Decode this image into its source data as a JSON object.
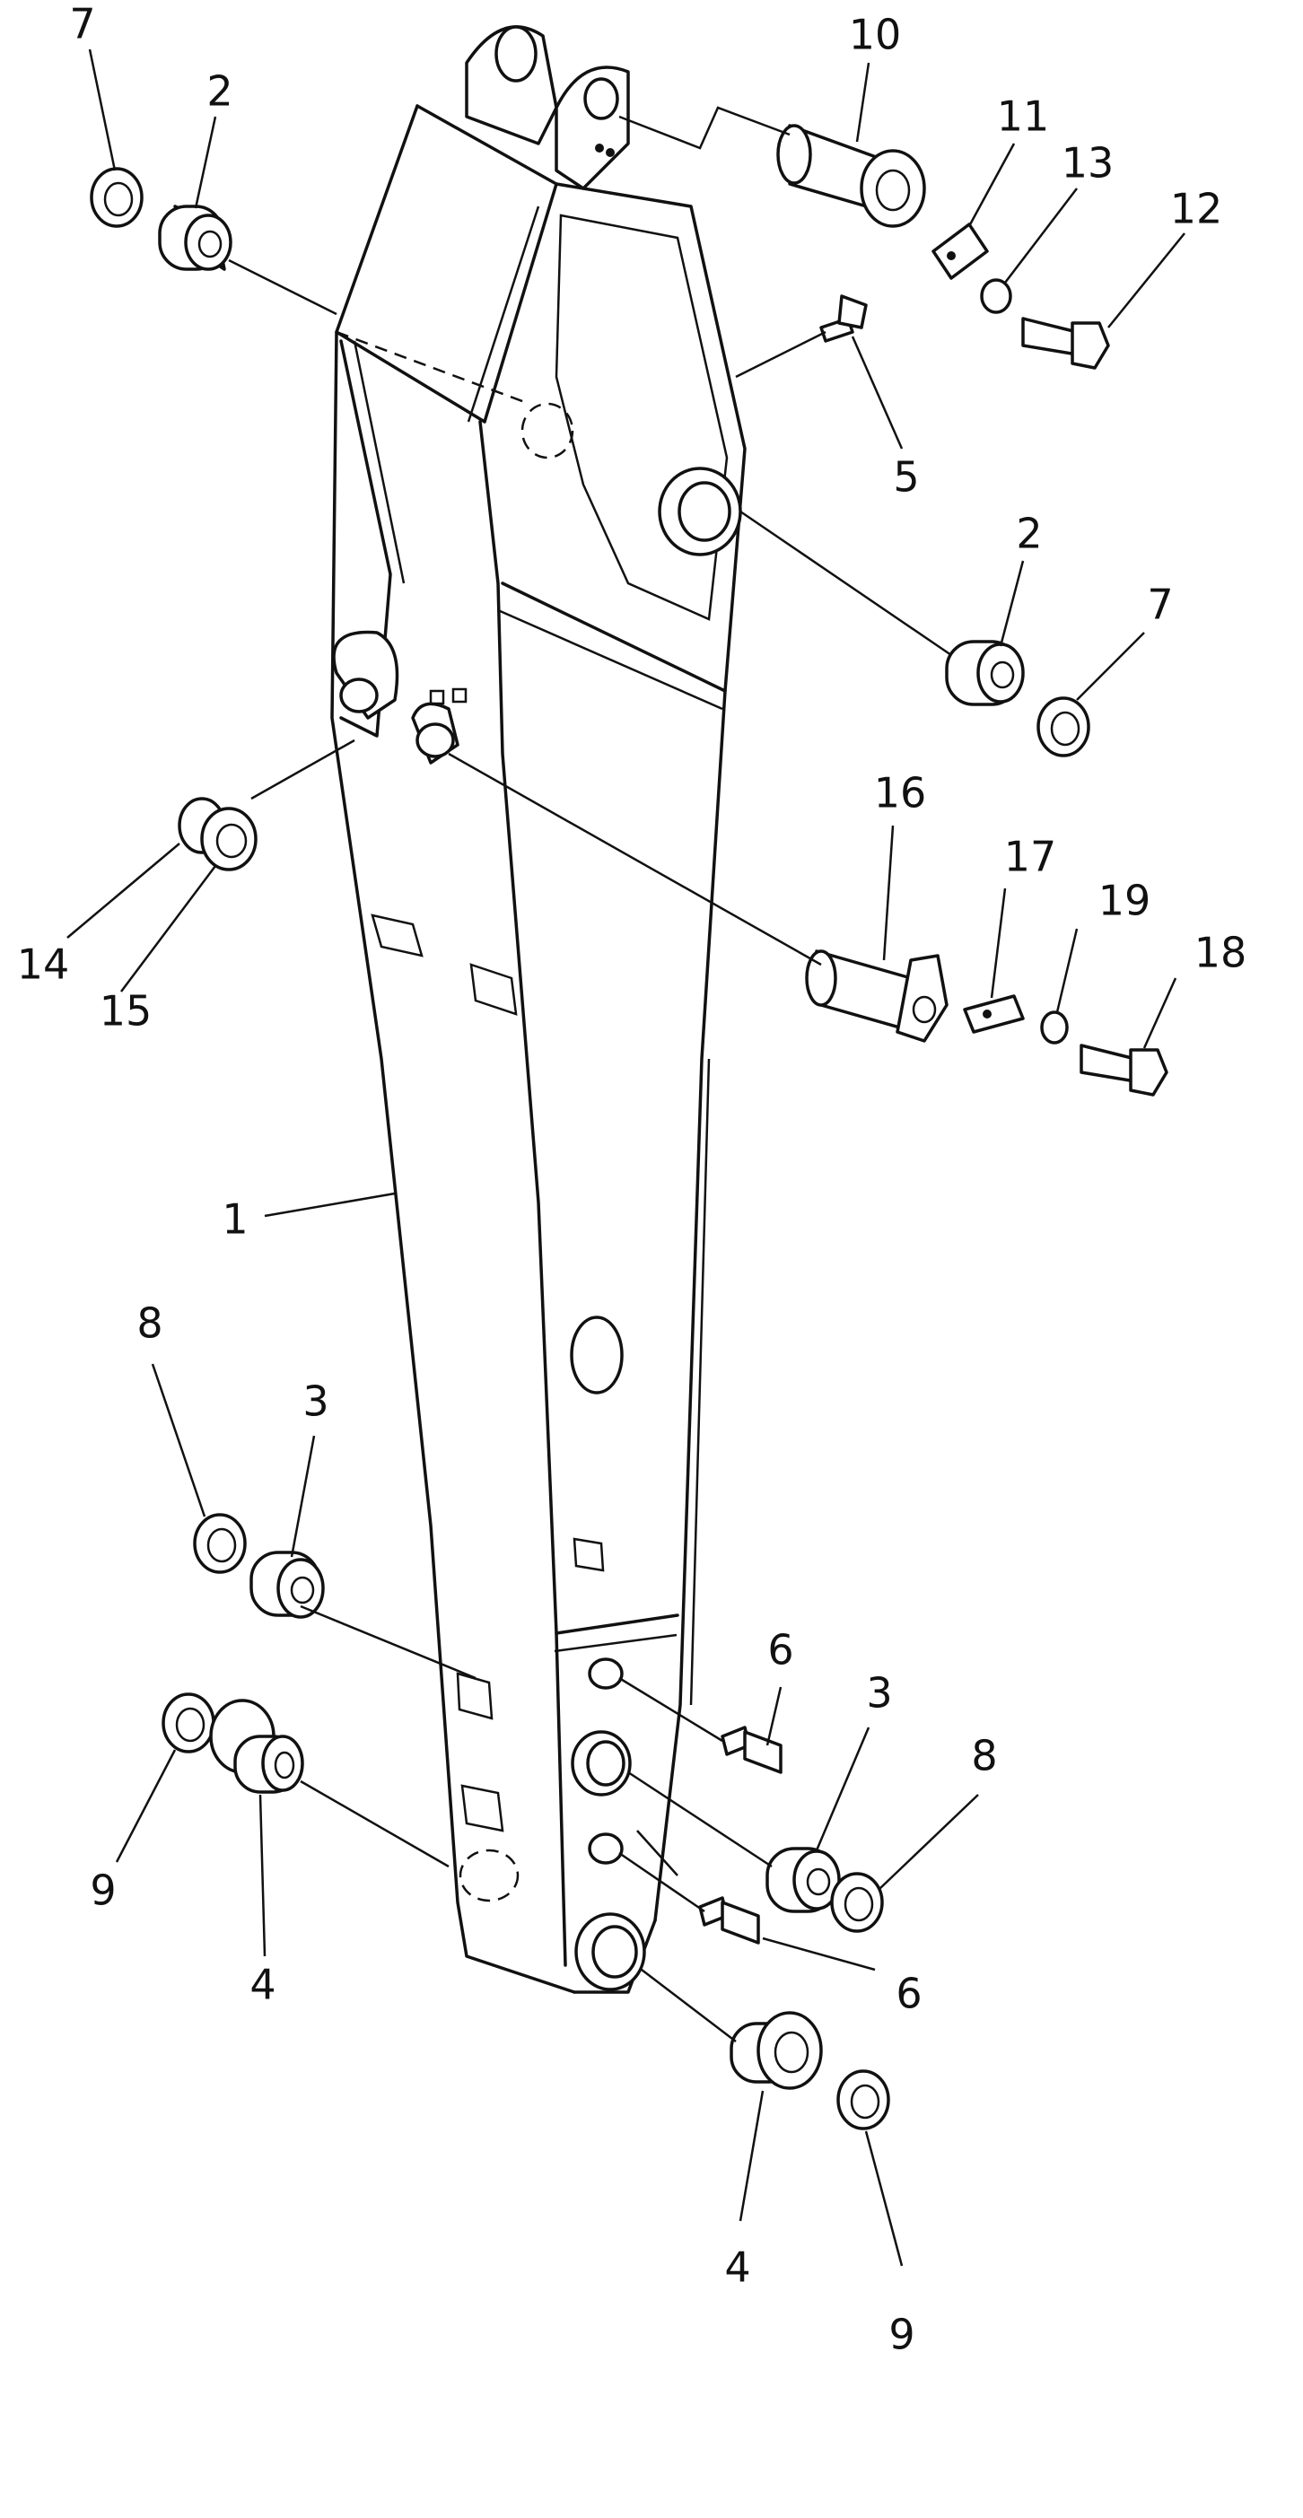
{
  "callouts": [
    {
      "id": "c7a",
      "text": "7"
    },
    {
      "id": "c2a",
      "text": "2"
    },
    {
      "id": "c10",
      "text": "10"
    },
    {
      "id": "c11",
      "text": "11"
    },
    {
      "id": "c13",
      "text": "13"
    },
    {
      "id": "c12",
      "text": "12"
    },
    {
      "id": "c5",
      "text": "5"
    },
    {
      "id": "c2b",
      "text": "2"
    },
    {
      "id": "c7b",
      "text": "7"
    },
    {
      "id": "c16",
      "text": "16"
    },
    {
      "id": "c17",
      "text": "17"
    },
    {
      "id": "c19",
      "text": "19"
    },
    {
      "id": "c18",
      "text": "18"
    },
    {
      "id": "c14",
      "text": "14"
    },
    {
      "id": "c15",
      "text": "15"
    },
    {
      "id": "c1",
      "text": "1"
    },
    {
      "id": "c8a",
      "text": "8"
    },
    {
      "id": "c3a",
      "text": "3"
    },
    {
      "id": "c6a",
      "text": "6"
    },
    {
      "id": "c3b",
      "text": "3"
    },
    {
      "id": "c8b",
      "text": "8"
    },
    {
      "id": "c9a",
      "text": "9"
    },
    {
      "id": "c4a",
      "text": "4"
    },
    {
      "id": "c6b",
      "text": "6"
    },
    {
      "id": "c4b",
      "text": "4"
    },
    {
      "id": "c9b",
      "text": "9"
    }
  ]
}
